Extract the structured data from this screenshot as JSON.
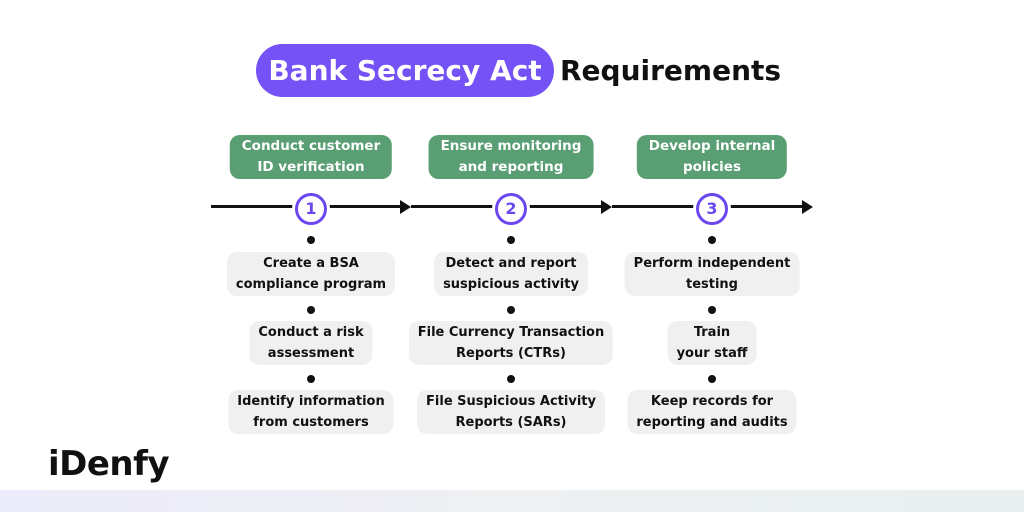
{
  "title": {
    "highlight": "Bank Secrecy Act",
    "rest": "Requirements"
  },
  "colors": {
    "accent_purple": "#7452f6",
    "header_green": "#5a9e73",
    "item_bg": "#f0f0f0"
  },
  "steps": [
    {
      "number": "1",
      "heading_line1": "Conduct customer",
      "heading_line2": "ID verification",
      "items": [
        {
          "line1": "Create a BSA",
          "line2": "compliance program"
        },
        {
          "line1": "Conduct a risk",
          "line2": "assessment"
        },
        {
          "line1": "Identify information",
          "line2": "from customers"
        }
      ]
    },
    {
      "number": "2",
      "heading_line1": "Ensure monitoring",
      "heading_line2": "and reporting",
      "items": [
        {
          "line1": "Detect and report",
          "line2": "suspicious activity"
        },
        {
          "line1": "File Currency Transaction",
          "line2": "Reports (CTRs)"
        },
        {
          "line1": "File Suspicious Activity",
          "line2": "Reports (SARs)"
        }
      ]
    },
    {
      "number": "3",
      "heading_line1": "Develop internal",
      "heading_line2": "policies",
      "items": [
        {
          "line1": "Perform independent",
          "line2": "testing"
        },
        {
          "line1": "Train",
          "line2": "your staff"
        },
        {
          "line1": "Keep records for",
          "line2": "reporting and audits"
        }
      ]
    }
  ],
  "brand": {
    "logo_text": "iDenfy"
  }
}
